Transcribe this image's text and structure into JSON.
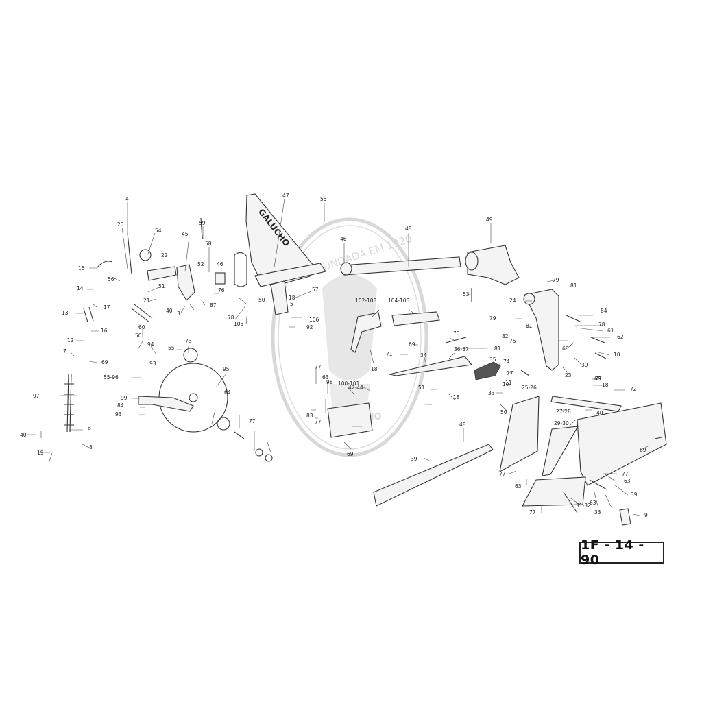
{
  "drawing_code": "1F - 14 - 90",
  "frame_brand": "GALUCHO",
  "watermark_text": "FUNDADA EM 1920",
  "watermark_brand": "GALUCHO",
  "part_labels": [
    "4",
    "20",
    "54",
    "59",
    "58",
    "45",
    "47",
    "55",
    "46",
    "48",
    "49",
    "22",
    "52",
    "46",
    "15",
    "56",
    "14",
    "17",
    "51",
    "57",
    "53",
    "21",
    "76",
    "13",
    "16",
    "3",
    "87",
    "78",
    "105",
    "50",
    "18",
    "5",
    "106",
    "92",
    "60",
    "40",
    "102-103",
    "104-105",
    "24",
    "79",
    "81",
    "84",
    "78",
    "79",
    "81",
    "61",
    "82",
    "62",
    "12",
    "50",
    "94",
    "55",
    "73",
    "69",
    "70",
    "81",
    "75",
    "65",
    "10",
    "7",
    "69",
    "36-37",
    "71",
    "34",
    "35",
    "74",
    "23",
    "39",
    "95",
    "55-96",
    "77",
    "63",
    "79",
    "18",
    "72",
    "77",
    "63",
    "18",
    "11",
    "97",
    "99",
    "84",
    "93",
    "93",
    "64",
    "77",
    "83",
    "77",
    "50",
    "98",
    "51",
    "33",
    "100-101",
    "42-44",
    "25-26",
    "27-28",
    "40",
    "18",
    "10",
    "9",
    "8",
    "69",
    "48",
    "29-30",
    "69",
    "39",
    "77",
    "63",
    "77",
    "63",
    "39",
    "31-32",
    "77",
    "63",
    "33",
    "9",
    "19",
    "40"
  ]
}
